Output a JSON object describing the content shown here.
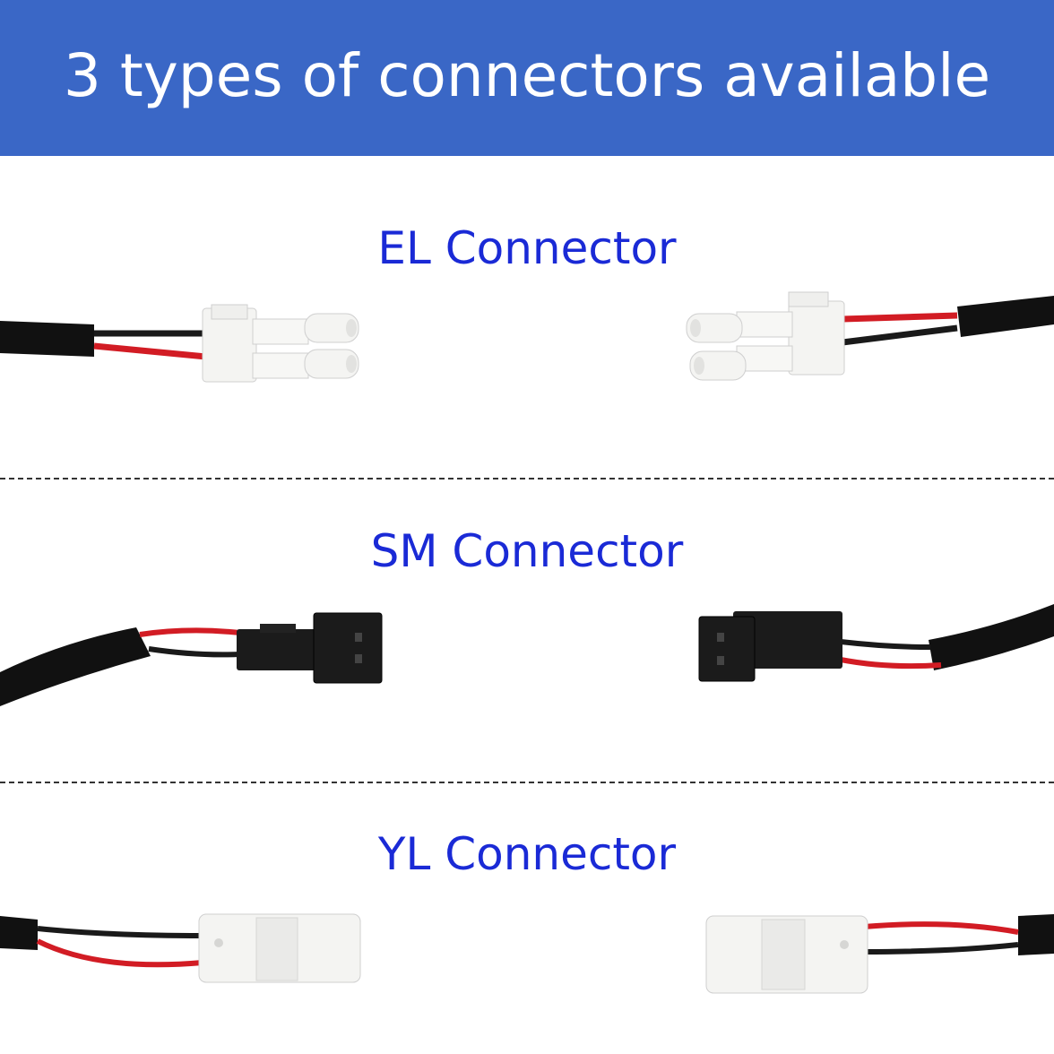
{
  "banner": {
    "title": "3 types of connectors available",
    "background": "#3a67c6",
    "text_color": "#ffffff"
  },
  "sections": [
    {
      "label": "EL Connector",
      "connector_color": "white"
    },
    {
      "label": "SM Connector",
      "connector_color": "black"
    },
    {
      "label": "YL Connector",
      "connector_color": "white"
    }
  ],
  "colors": {
    "label": "#1a2ad6",
    "cable": "#111111",
    "wire_red": "#d21c24",
    "wire_black": "#1a1a1a",
    "plug_white": "#f4f4f2",
    "plug_black": "#1b1b1b"
  }
}
